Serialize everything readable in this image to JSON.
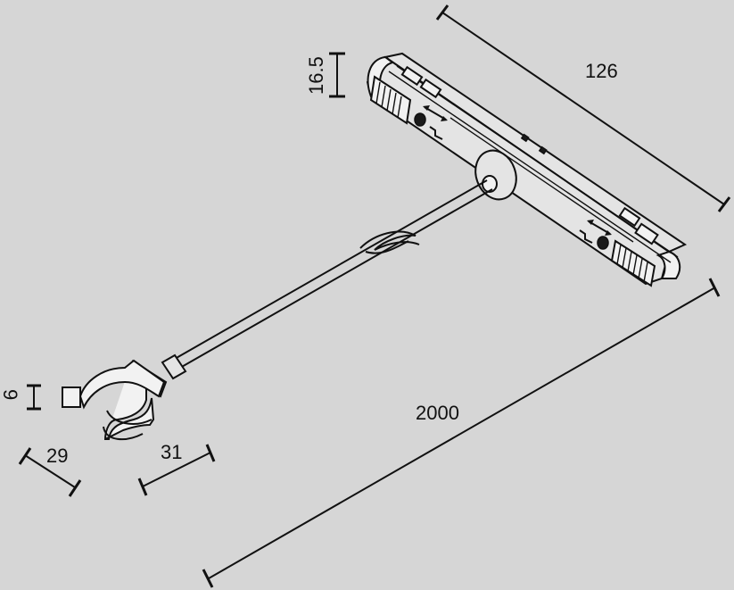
{
  "dimensions": {
    "length_126": "126",
    "height_16_5": "16.5",
    "cable_2000": "2000",
    "clip_9": "9",
    "clip_29": "29",
    "clip_31": "31"
  },
  "colors": {
    "background": "#d6d6d6",
    "ink": "#111111",
    "body_fill": "#e4e4e4"
  },
  "icons": [
    "double-arrow-icon",
    "plug-symbol-icon"
  ]
}
